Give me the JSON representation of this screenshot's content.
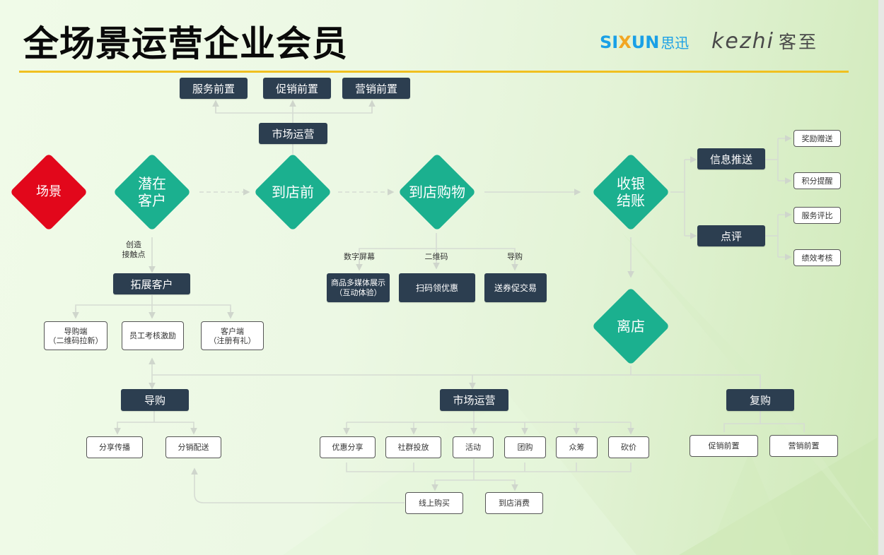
{
  "header": {
    "title": "全场景运营企业会员",
    "logo_sixun": {
      "pre": "SI",
      "x": "X",
      "post": "UN",
      "cn": "思迅"
    },
    "logo_kezhi": {
      "en": "kezhi",
      "cn": "客至"
    }
  },
  "colors": {
    "accent_rule": "#f0c020",
    "dark_box": "#2c3e50",
    "diamond_green": "#1bb08f",
    "diamond_red": "#e2071b",
    "sixun_blue": "#1aa0e6",
    "sixun_orange": "#f2a623"
  },
  "diamonds": {
    "scene": "场景",
    "potential": "潜在\n客户",
    "before_store": "到店前",
    "in_store": "到店购物",
    "checkout": "收银\n结账",
    "leave": "离店"
  },
  "top": {
    "market_ops": "市场运营",
    "items": [
      "服务前置",
      "促销前置",
      "营销前置"
    ]
  },
  "expand": {
    "edge_label": "创造\n接触点",
    "title": "拓展客户",
    "items": [
      "导购端\n（二维码拉新）",
      "员工考核激励",
      "客户端\n（注册有礼）"
    ]
  },
  "in_store": {
    "channels": [
      "数字屏幕",
      "二维码",
      "导购"
    ],
    "items": [
      "商品多媒体展示\n（互动体验）",
      "扫码领优惠",
      "送券促交易"
    ]
  },
  "checkout": {
    "branches": [
      {
        "title": "信息推送",
        "items": [
          "奖励赠送",
          "积分提醒"
        ]
      },
      {
        "title": "点评",
        "items": [
          "服务评比",
          "绩效考核"
        ]
      }
    ]
  },
  "after": {
    "guide": {
      "title": "导购",
      "items": [
        "分享传播",
        "分销配送"
      ]
    },
    "market": {
      "title": "市场运营",
      "items": [
        "优惠分享",
        "社群投放",
        "活动",
        "团购",
        "众筹",
        "砍价"
      ],
      "results": [
        "线上购买",
        "到店消费"
      ]
    },
    "repurchase": {
      "title": "复购",
      "items": [
        "促销前置",
        "营销前置"
      ]
    }
  }
}
